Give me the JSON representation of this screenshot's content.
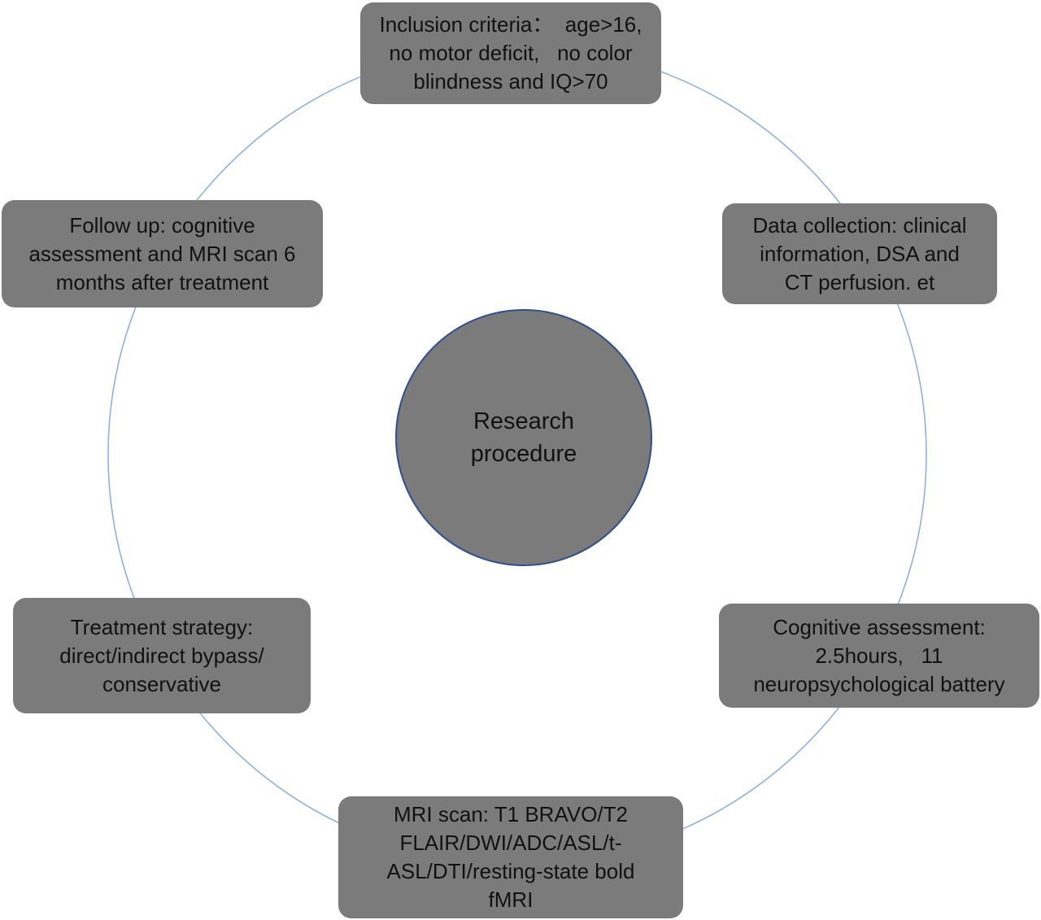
{
  "center": {
    "lines": [
      "Research",
      "procedure"
    ]
  },
  "steps": {
    "inclusion": {
      "lines": [
        "Inclusion criteria：  age>16,",
        "no motor deficit,   no color",
        "blindness and IQ>70"
      ]
    },
    "data_collection": {
      "lines": [
        "Data collection: clinical",
        "information, DSA and",
        "CT perfusion. et"
      ]
    },
    "cognitive": {
      "lines": [
        "Cognitive assessment:",
        "2.5hours,   11",
        "neuropsychological battery"
      ]
    },
    "mri": {
      "lines": [
        "MRI scan: T1 BRAVO/T2",
        "FLAIR/DWI/ADC/ASL/t-",
        "ASL/DTI/resting-state bold",
        "fMRI"
      ]
    },
    "treatment": {
      "lines": [
        "Treatment strategy:",
        "direct/indirect bypass/",
        "conservative"
      ]
    },
    "follow_up": {
      "lines": [
        "Follow up: cognitive",
        "assessment and MRI scan 6",
        "months after treatment"
      ]
    }
  },
  "colors": {
    "box_fill": "#7b7b7b",
    "ring_stroke": "#8fb0e0",
    "center_border": "#2f4f8f",
    "text": "#111111"
  }
}
